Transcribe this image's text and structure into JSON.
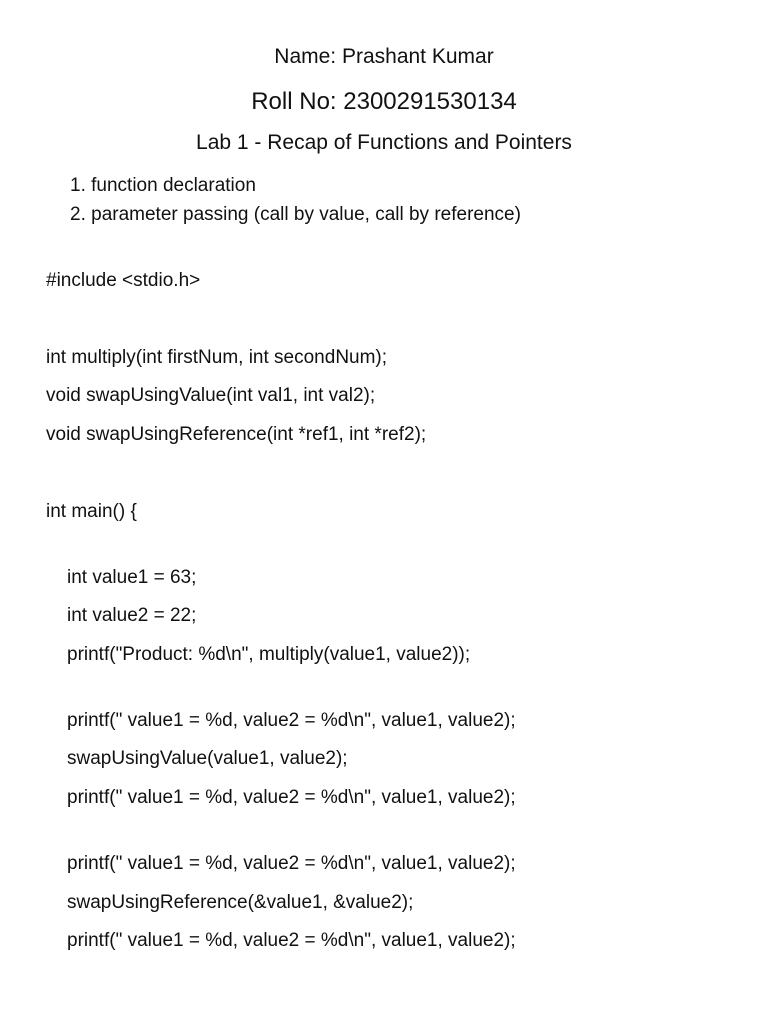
{
  "header": {
    "name": "Name: Prashant Kumar",
    "roll": "Roll No: 2300291530134",
    "lab_title": "Lab 1 - Recap of Functions and Pointers"
  },
  "topics": [
    "1. function declaration",
    "2. parameter passing (call by value, call by reference)"
  ],
  "code": [
    "#include <stdio.h>",
    "int multiply(int firstNum, int secondNum);",
    "void swapUsingValue(int val1, int val2);",
    "void swapUsingReference(int *ref1, int *ref2);",
    "int main() {",
    "int value1 = 63;",
    "int value2 = 22;",
    "printf(\"Product: %d\\n\", multiply(value1, value2));",
    "printf(\" value1 = %d, value2 = %d\\n\", value1, value2);",
    "swapUsingValue(value1, value2);",
    "printf(\" value1 = %d, value2 = %d\\n\", value1, value2);",
    "printf(\" value1 = %d, value2 = %d\\n\", value1, value2);",
    "swapUsingReference(&value1, &value2);",
    "printf(\" value1 = %d, value2 = %d\\n\", value1, value2);"
  ]
}
